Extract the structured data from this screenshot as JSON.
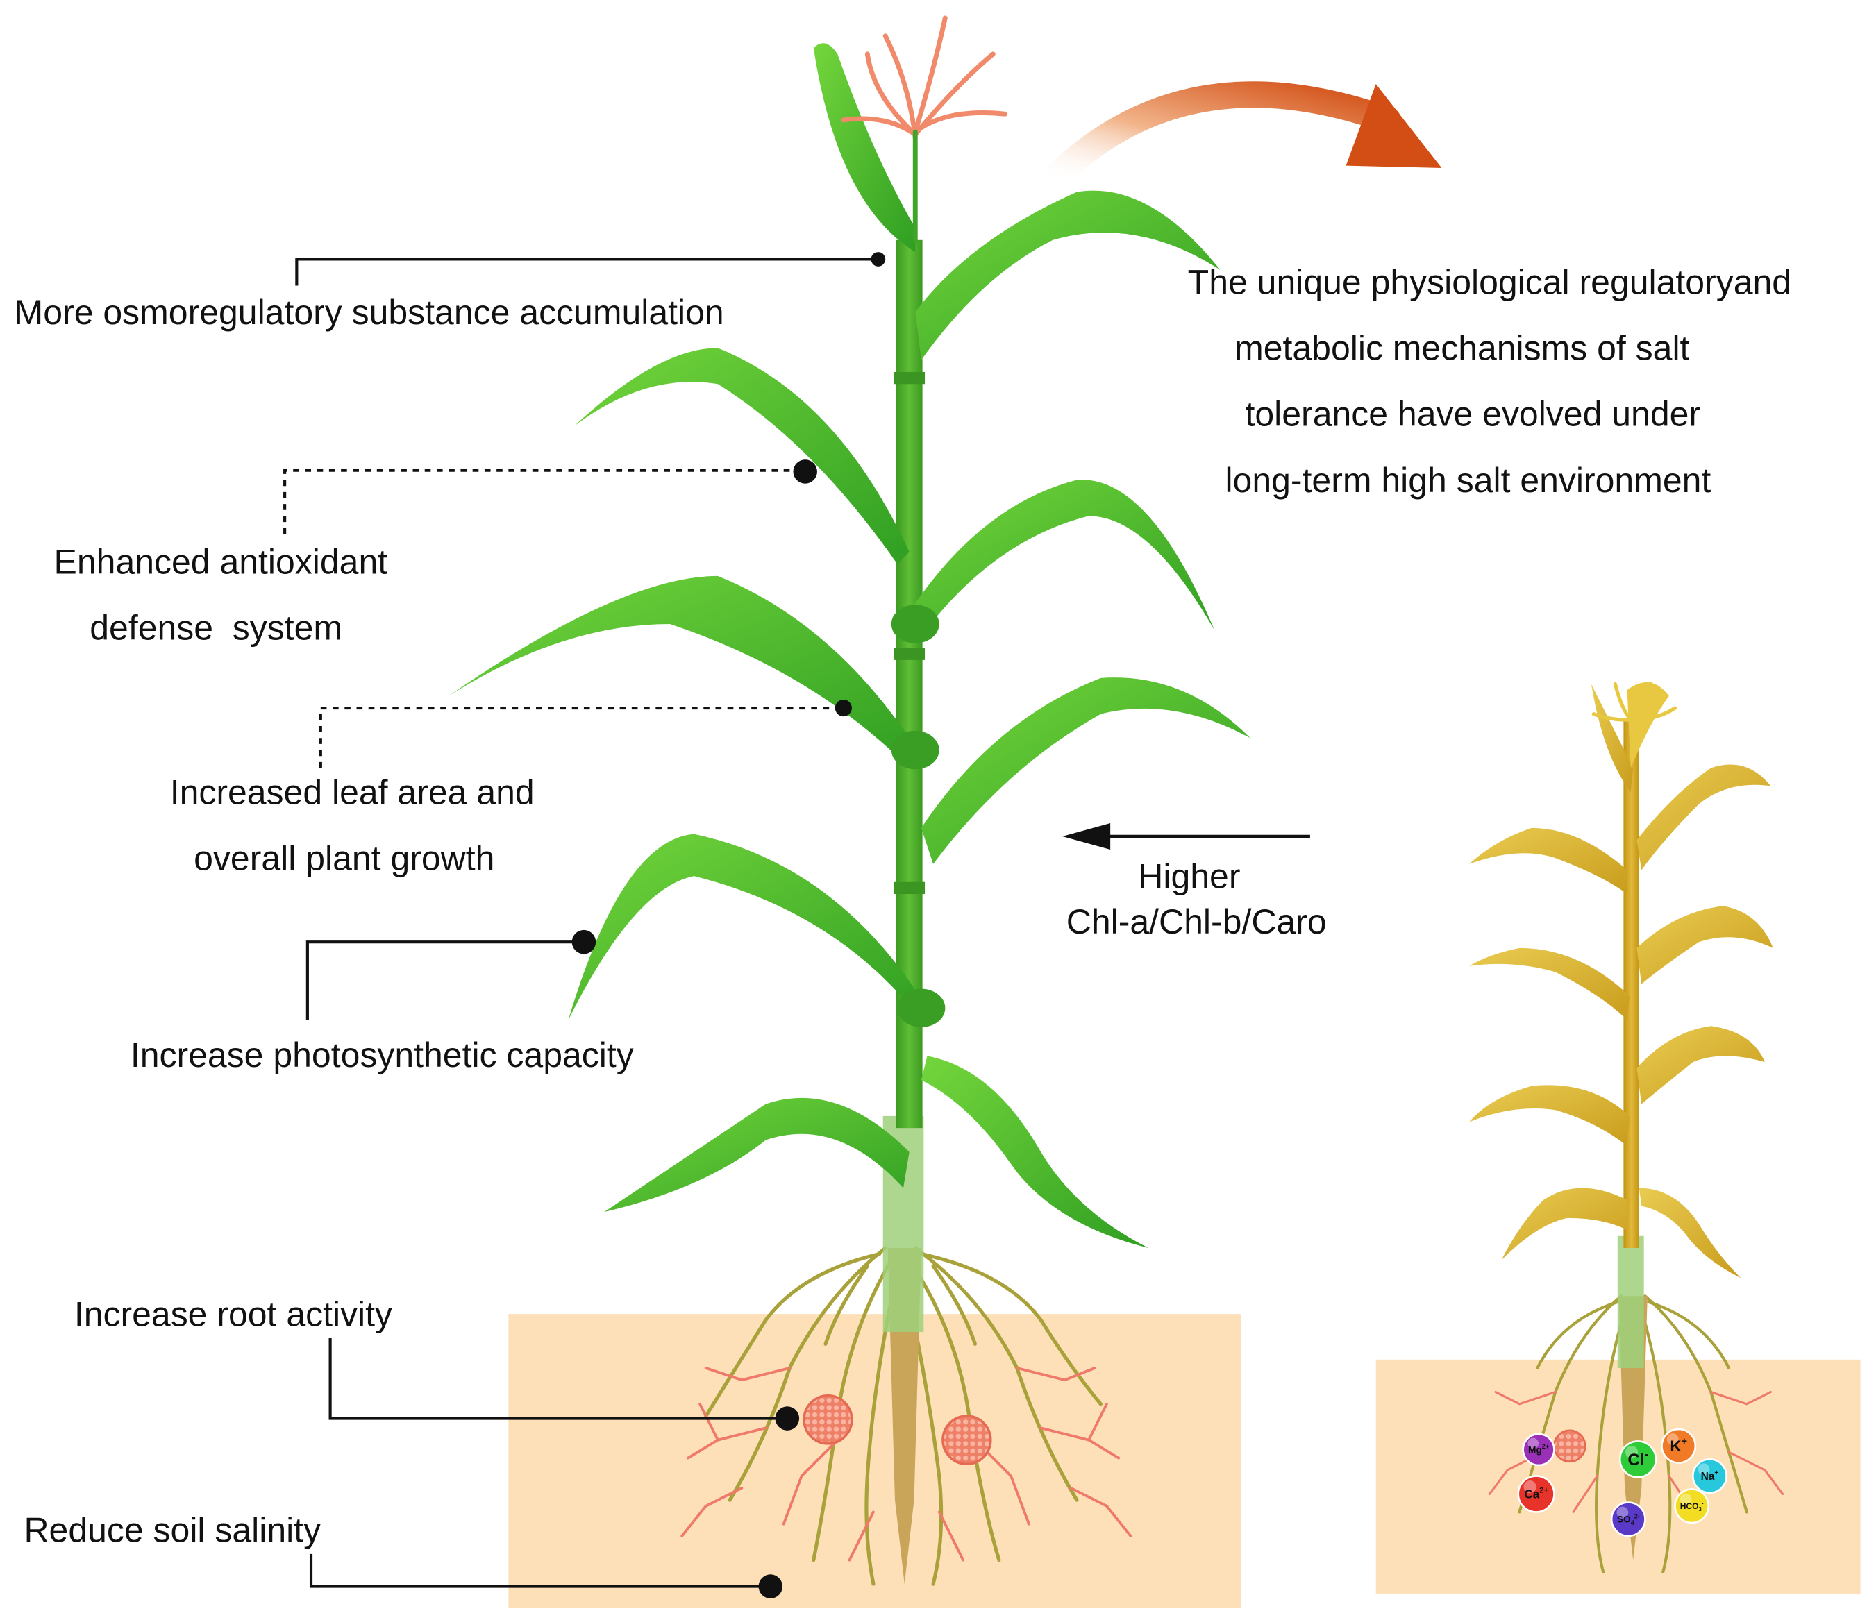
{
  "labels": {
    "osmoregulatory": "More osmoregulatory substance accumulation",
    "antioxidant_line1": "Enhanced antioxidant",
    "antioxidant_line2": "defense  system",
    "leaf_area_line1": "Increased leaf area and",
    "leaf_area_line2": "overall plant growth",
    "photosynthetic": "Increase photosynthetic capacity",
    "root_activity": "Increase root activity",
    "soil_salinity": "Reduce soil salinity"
  },
  "mechanism_text": [
    "The unique physiological regulatoryand",
    "metabolic mechanisms of salt",
    "tolerance have evolved under",
    "long-term high salt environment"
  ],
  "pigment_text": {
    "line1": "Higher",
    "line2": "Chl-a/Chl-b/Caro"
  },
  "ions": [
    {
      "id": "mg",
      "name": "Mg2+",
      "base": "Mg",
      "sup": "2+",
      "sub": "",
      "color": "#9b30b8"
    },
    {
      "id": "ca",
      "name": "Ca2+",
      "base": "Ca",
      "sup": "2+",
      "sub": "",
      "color": "#e8332b"
    },
    {
      "id": "cl",
      "name": "Cl-",
      "base": "Cl",
      "sup": "-",
      "sub": "",
      "color": "#2fcc3a"
    },
    {
      "id": "k",
      "name": "K+",
      "base": "K",
      "sup": "+",
      "sub": "",
      "color": "#f07a26"
    },
    {
      "id": "na",
      "name": "Na+",
      "base": "Na",
      "sup": "+",
      "sub": "",
      "color": "#27c8dc"
    },
    {
      "id": "so4",
      "name": "SO42-",
      "base": "SO",
      "sup": "2-",
      "sub": "4",
      "color": "#5a38c8"
    },
    {
      "id": "hco3",
      "name": "HCO3-",
      "base": "HCO",
      "sup": "-",
      "sub": "3",
      "color": "#f2dd22"
    }
  ],
  "colors": {
    "leaf_green": "#3fb52a",
    "leaf_light": "#6fd23a",
    "stem_green": "#4aa62a",
    "withered_yellow": "#d7b22c",
    "soil": "#fde0b8",
    "tassel": "#f08a6a",
    "arrow_orange": "#d9531a",
    "root_red": "#ef7a6a",
    "root_olive": "#a7a030"
  }
}
